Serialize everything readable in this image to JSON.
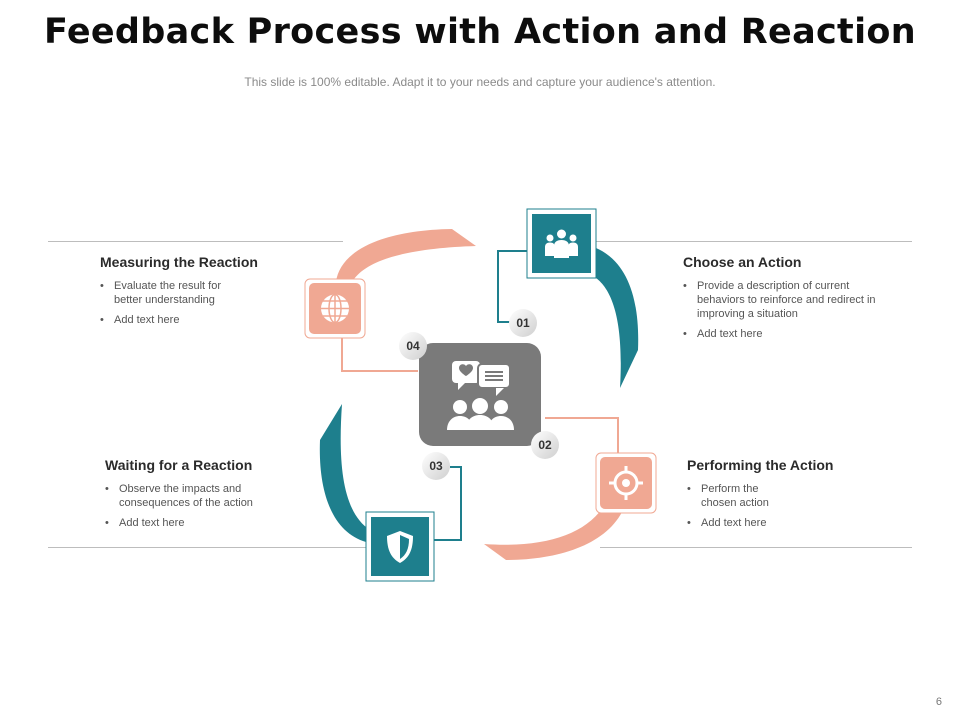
{
  "slide": {
    "title": "Feedback Process with Action and Reaction",
    "subtitle": "This slide is 100% editable. Adapt it to your needs and capture your audience's attention.",
    "page_number": "6"
  },
  "colors": {
    "teal": "#1e7f8d",
    "salmon": "#f0a893",
    "center_gray": "#7a7a7a",
    "line_gray": "#bdbdbd"
  },
  "steps": [
    {
      "number": "01",
      "heading": "Choose an Action",
      "bullets": [
        "Provide a description of current behaviors to reinforce and redirect in improving a situation",
        "Add text here"
      ],
      "icon": "team-icon"
    },
    {
      "number": "02",
      "heading": "Performing the Action",
      "bullets": [
        "Perform the chosen action",
        "Add text here"
      ],
      "icon": "target-icon"
    },
    {
      "number": "03",
      "heading": "Waiting for a Reaction",
      "bullets": [
        "Observe the impacts and consequences of the action",
        "Add text here"
      ],
      "icon": "shield-icon"
    },
    {
      "number": "04",
      "heading": "Measuring the Reaction",
      "bullets": [
        "Evaluate the result for better understanding",
        "Add text here"
      ],
      "icon": "globe-icon"
    }
  ],
  "center_icon": "feedback-chat-people-icon"
}
